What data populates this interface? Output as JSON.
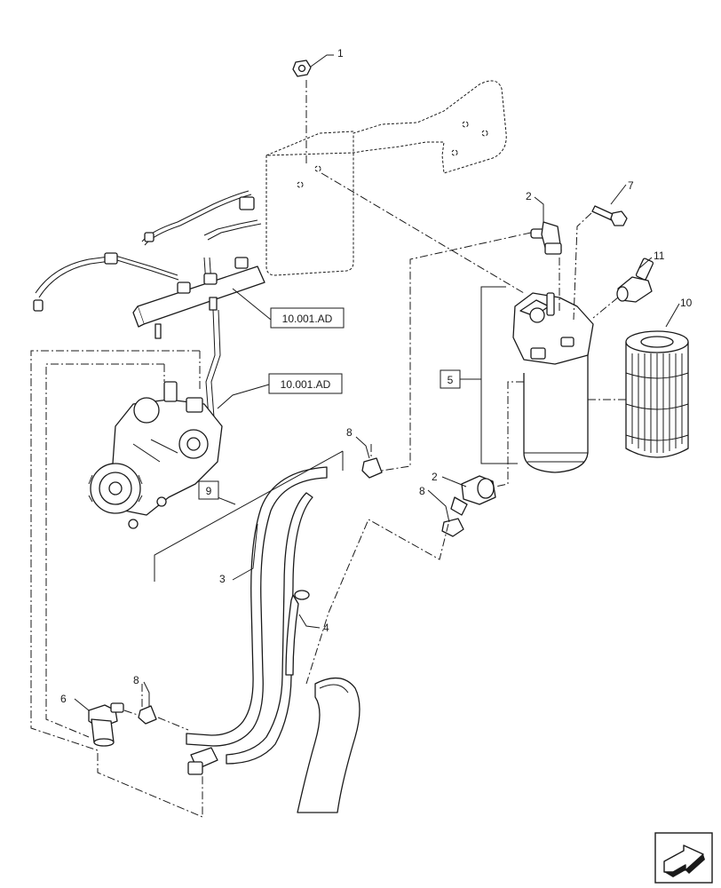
{
  "callouts": {
    "c1": "1",
    "c2a": "2",
    "c2b": "2",
    "c3": "3",
    "c4": "4",
    "c5": "5",
    "c6": "6",
    "c7": "7",
    "c8a": "8",
    "c8b": "8",
    "c8c": "8",
    "c9": "9",
    "c10": "10",
    "c11": "11"
  },
  "references": {
    "ref_rail": "10.001.AD",
    "ref_pump": "10.001.AD"
  }
}
